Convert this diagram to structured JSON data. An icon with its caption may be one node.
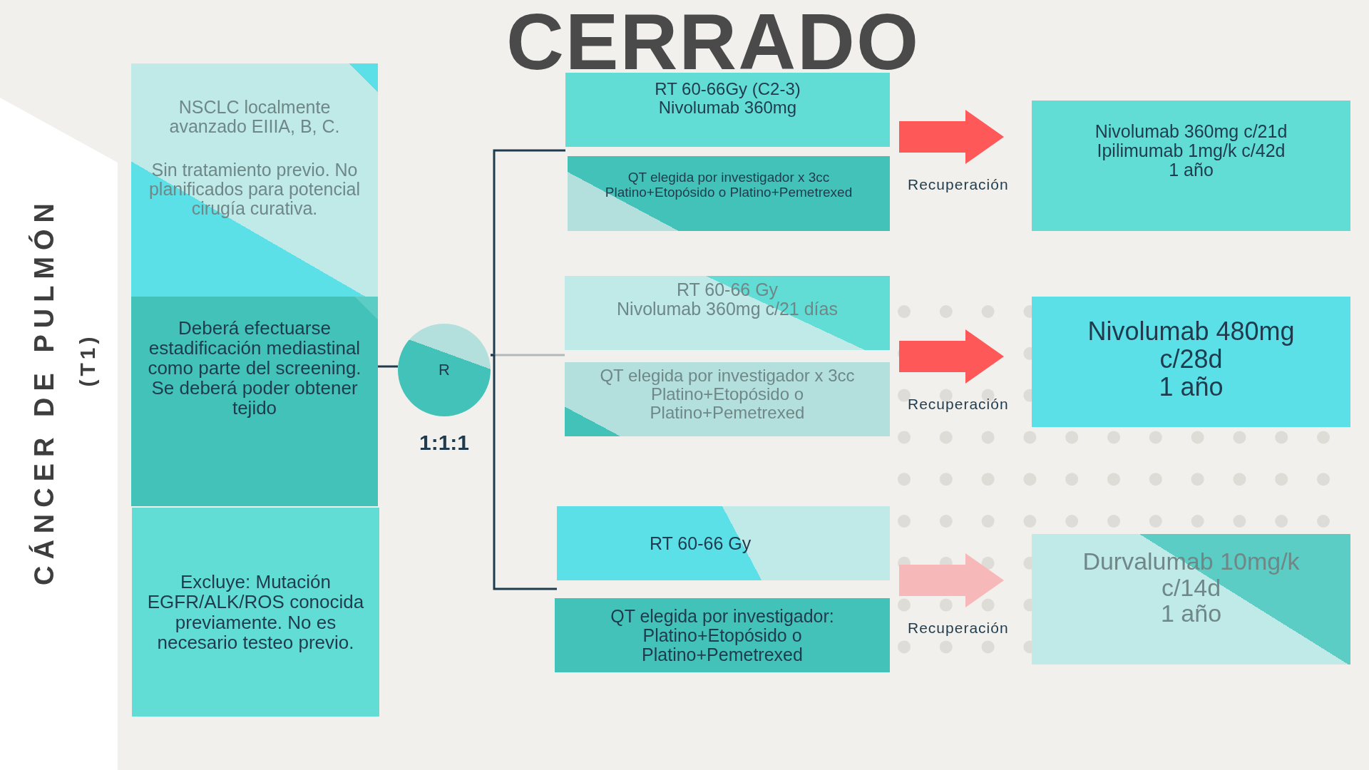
{
  "diagram": {
    "title": "CERRADO",
    "nodes": [
      {
        "text": [
          "NSCLC localmente avanzado EIIIA, B, C.",
          "Sin tratamiento previo. No planificados para potencial cirugía curativa."
        ]
      },
      {
        "text": [
          "Deberá efectuarse estadificación mediastinal como parte del screening. Se deberá poder obtener tejido"
        ]
      },
      {
        "text": [
          "Excluye: Mutación EGFR/ALK/ROS conocida previamente. No es necesario testeo previo."
        ]
      },
      {
        "text": [
          "R"
        ],
        "beside": [
          "1:1:1"
        ]
      },
      {
        "text": [
          "RT 60-66Gy (C2-3)",
          "Nivolumab 360mg"
        ]
      },
      {
        "text": [
          "QT elegida por investigador x 3cc Platino+Etopósido o Platino+Pemetrexed"
        ]
      },
      {
        "text": [
          "RT 60-66 Gy",
          "Nivolumab 360mg c/21 días"
        ]
      },
      {
        "text": [
          "QT elegida por investigador x 3cc Platino+Etopósido o Platino+Pemetrexed"
        ]
      },
      {
        "text": [
          "RT 60-66 Gy"
        ]
      },
      {
        "text": [
          "QT elegida por investigador: Platino+Etopósido o Platino+Pemetrexed"
        ]
      },
      {
        "text": [
          "Nivolumab 360mg c/21d",
          "Ipilimumab 1mg/k c/42d",
          "1 año"
        ]
      },
      {
        "text": [
          "Nivolumab 480mg",
          "c/28d",
          "1 año"
        ]
      },
      {
        "text": [
          "Durvalumab 10mg/k",
          "c/14d",
          "1 año"
        ]
      }
    ],
    "edges": [
      {
        "from": 1,
        "to": 3,
        "arrow": "none"
      },
      {
        "from": 3,
        "to": 4,
        "arrow": "none"
      },
      {
        "from": 3,
        "to": 6,
        "arrow": "none",
        "color": "#b3b9b9"
      },
      {
        "from": 3,
        "to": 8,
        "arrow": "none"
      },
      {
        "from": 4,
        "to": 10,
        "arrow": "to",
        "label": "Recuperación",
        "style": "thick",
        "color": "#fe5858"
      },
      {
        "from": 6,
        "to": 11,
        "arrow": "to",
        "label": "Recuperación",
        "style": "thick",
        "color": "#fe5858"
      },
      {
        "from": 8,
        "to": 12,
        "arrow": "to",
        "label": "Recuperación",
        "style": "thick",
        "color": "#f6b8b8"
      }
    ],
    "labels": [
      "CÁNCER DE PULMÓN",
      "(T1)"
    ]
  }
}
